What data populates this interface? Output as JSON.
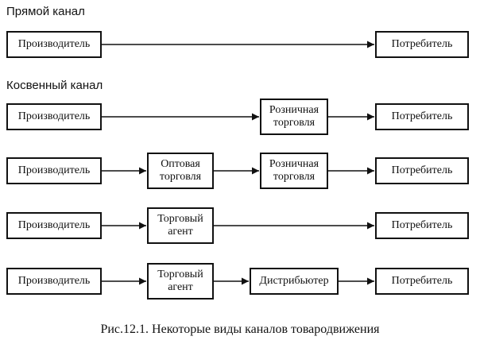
{
  "direct_heading": "Прямой канал",
  "indirect_heading": "Косвенный канал",
  "boxes": {
    "producer": "Производитель",
    "consumer": "Потребитель",
    "retail": "Розничная торговля",
    "wholesale": "Оптовая торговля",
    "agent": "Торговый агент",
    "distributor": "Дистрибьютер"
  },
  "caption": "Рис.12.1. Некоторые виды каналов товародвижения"
}
